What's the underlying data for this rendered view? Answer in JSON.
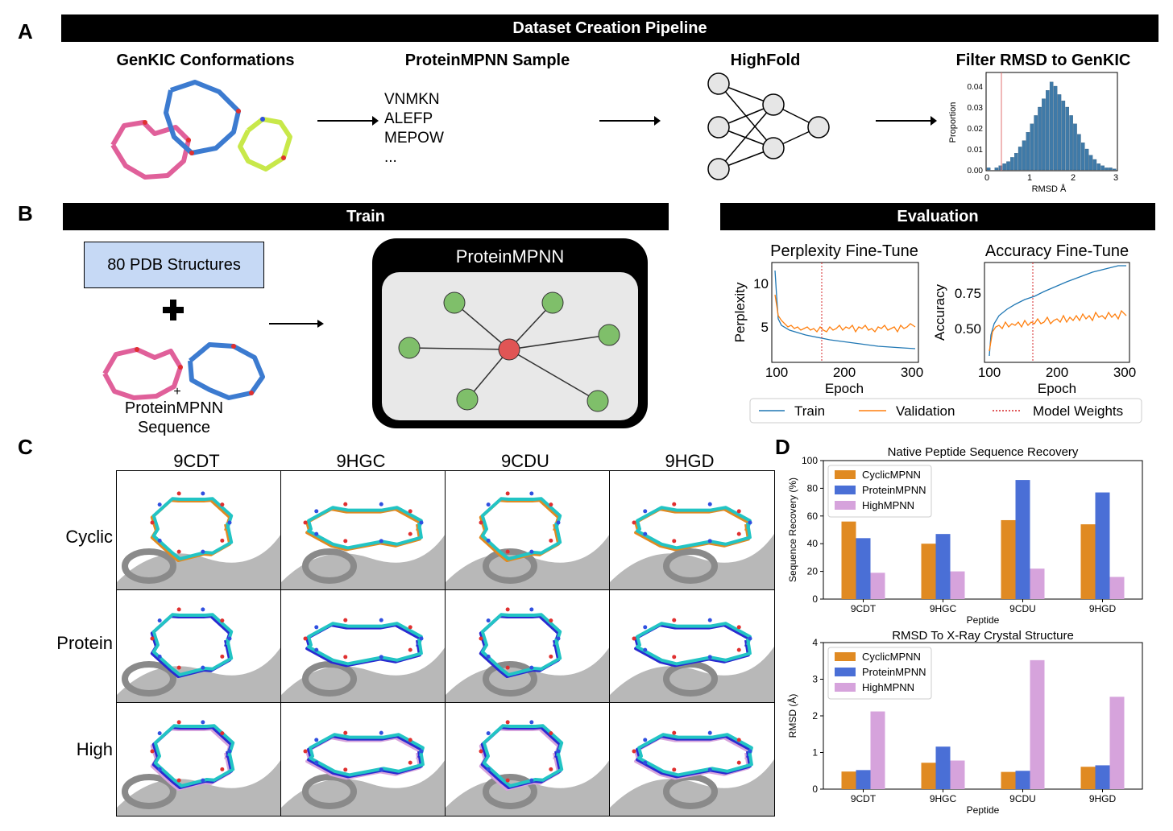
{
  "panels": {
    "a": "A",
    "b": "B",
    "c": "C",
    "d": "D"
  },
  "pipeline": {
    "banner": "Dataset Creation Pipeline",
    "steps": [
      "GenKIC Conformations",
      "ProteinMPNN Sample",
      "HighFold",
      "Filter RMSD to GenKIC"
    ],
    "sequences": [
      "VNMKN",
      "ALEFP",
      "MEPOW",
      "..."
    ]
  },
  "histogram": {
    "xlabel": "RMSD Å",
    "ylabel": "Proportion",
    "xticks": [
      "0",
      "1",
      "2",
      "3"
    ],
    "yticks": [
      "0.00",
      "0.01",
      "0.02",
      "0.03",
      "0.04"
    ],
    "values": [
      0.001,
      0,
      0.001,
      0.002,
      0.003,
      0.004,
      0.006,
      0.008,
      0.011,
      0.014,
      0.018,
      0.022,
      0.026,
      0.03,
      0.034,
      0.038,
      0.042,
      0.04,
      0.036,
      0.033,
      0.03,
      0.026,
      0.022,
      0.017,
      0.013,
      0.01,
      0.007,
      0.005,
      0.003,
      0.002,
      0.001,
      0.001,
      0.0005
    ],
    "cutoff_color": "#e07070"
  },
  "train": {
    "banner": "Train",
    "pdb_box": "80 PDB Structures",
    "plus": "+",
    "seq_label_line1": "ProteinMPNN",
    "seq_label_line2": "Sequence",
    "model_title": "ProteinMPNN"
  },
  "evaluation": {
    "banner": "Evaluation",
    "perplexity": {
      "title": "Perplexity Fine-Tune",
      "ylabel": "Perplexity",
      "xlabel": "Epoch",
      "xticks": [
        "100",
        "200",
        "300"
      ],
      "yticks": [
        "5",
        "10"
      ]
    },
    "accuracy": {
      "title": "Accuracy Fine-Tune",
      "ylabel": "Accuracy",
      "xlabel": "Epoch",
      "xticks": [
        "100",
        "200",
        "300"
      ],
      "yticks": [
        "0.50",
        "0.75"
      ]
    },
    "legend": [
      "Train",
      "Validation",
      "Model Weights"
    ],
    "colors": {
      "train": "#1f77b4",
      "validation": "#ff7f0e",
      "weights": "#d62728"
    }
  },
  "structures": {
    "columns": [
      "9CDT",
      "9HGC",
      "9CDU",
      "9HGD"
    ],
    "rows": [
      "Cyclic",
      "Protein",
      "High"
    ]
  },
  "chart_data": [
    {
      "type": "bar",
      "title": "Native Peptide Sequence Recovery",
      "xlabel": "Peptide",
      "ylabel": "Sequence Recovery (%)",
      "categories": [
        "9CDT",
        "9HGC",
        "9CDU",
        "9HGD"
      ],
      "ylim": [
        0,
        100
      ],
      "yticks": [
        "0",
        "20",
        "40",
        "60",
        "80",
        "100"
      ],
      "legend": "top-left",
      "series": [
        {
          "name": "CyclicMPNN",
          "color": "#e08a22",
          "values": [
            56,
            40,
            57,
            54
          ]
        },
        {
          "name": "ProteinMPNN",
          "color": "#4a6fd6",
          "values": [
            44,
            47,
            86,
            77
          ]
        },
        {
          "name": "HighMPNN",
          "color": "#d6a3dc",
          "values": [
            19,
            20,
            22,
            16
          ]
        }
      ]
    },
    {
      "type": "bar",
      "title": "RMSD To X-Ray Crystal Structure",
      "xlabel": "Peptide",
      "ylabel": "RMSD (Å)",
      "categories": [
        "9CDT",
        "9HGC",
        "9CDU",
        "9HGD"
      ],
      "ylim": [
        0,
        4
      ],
      "yticks": [
        "0",
        "1",
        "2",
        "3",
        "4"
      ],
      "legend": "top-left",
      "series": [
        {
          "name": "CyclicMPNN",
          "color": "#e08a22",
          "values": [
            0.48,
            0.72,
            0.47,
            0.61
          ]
        },
        {
          "name": "ProteinMPNN",
          "color": "#4a6fd6",
          "values": [
            0.52,
            1.16,
            0.5,
            0.65
          ]
        },
        {
          "name": "HighMPNN",
          "color": "#d6a3dc",
          "values": [
            2.12,
            0.78,
            3.52,
            2.52
          ]
        }
      ]
    }
  ]
}
